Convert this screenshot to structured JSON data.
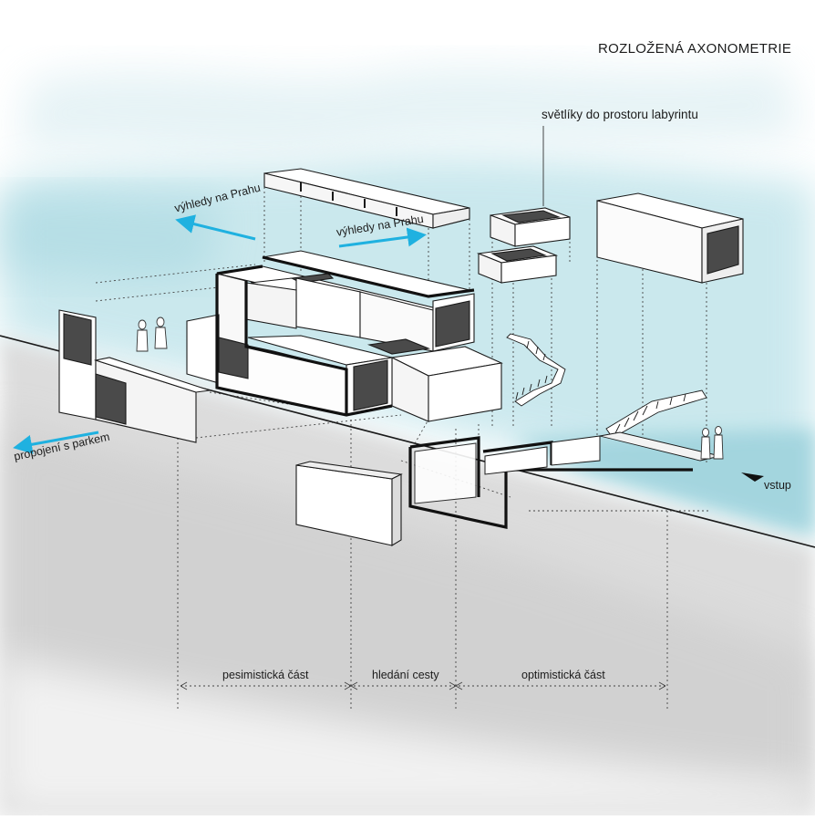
{
  "title": "ROZLOŽENÁ AXONOMETRIE",
  "annotations": {
    "skylights": "světlíky do prostoru labyrintu",
    "views_left": "výhledy na Prahu",
    "views_right": "výhledy na Prahu",
    "park_link": "propojení s parkem",
    "entrance": "vstup"
  },
  "sections": {
    "pessimistic": "pesimistická část",
    "pathfinding": "hledání cesty",
    "optimistic": "optimistická část"
  },
  "colors": {
    "water": "#9fd3dd",
    "ground": "#d4d4d4",
    "arrow": "#1fb1e0",
    "dark_panel": "#4a4a4a",
    "line": "#1a1a1a"
  }
}
